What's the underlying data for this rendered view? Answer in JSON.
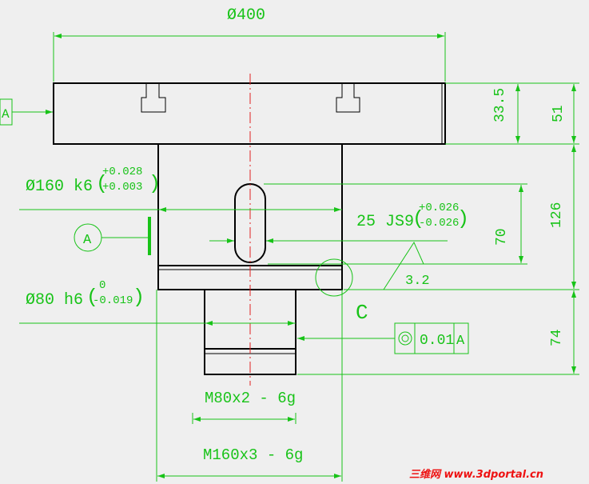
{
  "dims": {
    "top_dia": "Ø400",
    "shaft_dia": "Ø160 k6",
    "shaft_tol_upper": "+0.028",
    "shaft_tol_lower": "+0.003",
    "keyway_width": "25 JS9",
    "keyway_tol_upper": "+0.026",
    "keyway_tol_lower": "-0.026",
    "small_dia": "Ø80 h6",
    "small_tol_upper": "0",
    "small_tol_lower": "-0.019",
    "thread_small": "M80x2 - 6g",
    "thread_large": "M160x3 - 6g",
    "h_33_5": "33.5",
    "h_51": "51",
    "h_70": "70",
    "h_126": "126",
    "h_74": "74"
  },
  "annotations": {
    "datum_label": "A",
    "datum_ref_label": "A",
    "roughness": "3.2",
    "detail_label": "C"
  },
  "tolerance_frame": {
    "symbol": "concentricity-icon",
    "value": "0.01",
    "datum": "A"
  },
  "watermark": "三维网 www.3dportal.cn",
  "colors": {
    "dimension": "#18c318",
    "outline": "#000000",
    "centerline": "#e02020",
    "background": "#efefef",
    "watermark": "#e11111"
  }
}
